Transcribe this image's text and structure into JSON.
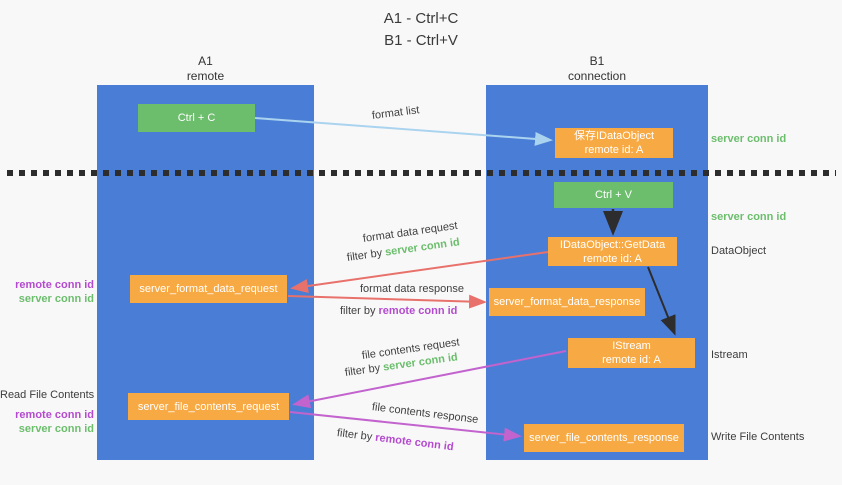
{
  "page": {
    "title_line1": "A1 - Ctrl+C",
    "title_line2": "B1 - Ctrl+V"
  },
  "columns": {
    "left": {
      "name": "A1",
      "role": "remote"
    },
    "right": {
      "name": "B1",
      "role": "connection"
    }
  },
  "boxes": {
    "ctrl_c": {
      "label": "Ctrl + C"
    },
    "ctrl_v": {
      "label": "Ctrl + V"
    },
    "save_dataobject": {
      "line1": "保存IDataObject",
      "line2": "remote id: A"
    },
    "getdata": {
      "line1": "IDataObject::GetData",
      "line2": "remote id: A"
    },
    "istream": {
      "line1": "IStream",
      "line2": "remote id: A"
    },
    "server_format_data_request": {
      "label": "server_format_data_request"
    },
    "server_format_data_response": {
      "label": "server_format_data_response"
    },
    "server_file_contents_request": {
      "label": "server_file_contents_request"
    },
    "server_file_contents_response": {
      "label": "server_file_contents_response"
    }
  },
  "edge_labels": {
    "format_list": "format list",
    "format_data_request": "format data request",
    "format_data_response": "format data response",
    "file_contents_request": "file contents request",
    "file_contents_response": "file contents response",
    "filter_by": "filter by",
    "server_conn_id": "server conn id",
    "remote_conn_id": "remote conn id"
  },
  "annotations": {
    "right_server_conn_id_top": "server conn id",
    "right_server_conn_id_mid": "server conn id",
    "dataobject": "DataObject",
    "istream": "Istream",
    "write_file_contents": "Write File Contents",
    "read_file_contents": "Read File Contents",
    "left_remote_conn_id_1": "remote conn id",
    "left_server_conn_id_1": "server conn id",
    "left_remote_conn_id_2": "remote conn id",
    "left_server_conn_id_2": "server conn id"
  },
  "colors": {
    "column_blue": "#4a7ed6",
    "box_green": "#6cbe6d",
    "box_orange": "#f7a943",
    "arrow_red": "#e8716b",
    "arrow_purple": "#c263ce",
    "arrow_light_blue": "#aad3ef",
    "arrow_black": "#2d2d2d",
    "text_green": "#6cbe6d",
    "text_purple": "#b44bce"
  }
}
